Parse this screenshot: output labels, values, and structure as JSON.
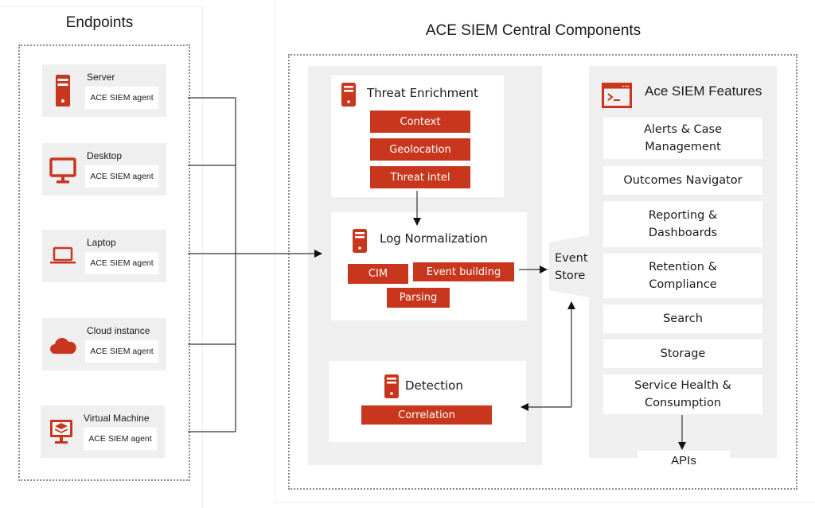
{
  "endpoints": {
    "title": "Endpoints",
    "items": [
      {
        "label": "Server",
        "agent": "ACE SIEM agent",
        "icon": "server-icon"
      },
      {
        "label": "Desktop",
        "agent": "ACE SIEM agent",
        "icon": "desktop-icon"
      },
      {
        "label": "Laptop",
        "agent": "ACE SIEM agent",
        "icon": "laptop-icon"
      },
      {
        "label": "Cloud instance",
        "agent": "ACE SIEM agent",
        "icon": "cloud-icon"
      },
      {
        "label": "Virtual Machine",
        "agent": "ACE SIEM agent",
        "icon": "virtual-machine-icon"
      }
    ]
  },
  "central": {
    "title": "ACE SIEM Central Components",
    "threat_enrichment": {
      "title": "Threat Enrichment",
      "tags": [
        "Context",
        "Geolocation",
        "Threat intel"
      ]
    },
    "log_normalization": {
      "title": "Log Normalization",
      "tags": [
        "CIM",
        "Event building",
        "Parsing"
      ]
    },
    "detection": {
      "title": "Detection",
      "tags": [
        "Correlation"
      ]
    },
    "event_store": {
      "line1": "Event",
      "line2": "Store"
    },
    "features": {
      "title": "Ace SIEM Features",
      "items": [
        {
          "line1": "Alerts & Case",
          "line2": "Management"
        },
        {
          "line1": "Outcomes Navigator",
          "line2": ""
        },
        {
          "line1": "Reporting &",
          "line2": "Dashboards"
        },
        {
          "line1": "Retention &",
          "line2": "Compliance"
        },
        {
          "line1": "Search",
          "line2": ""
        },
        {
          "line1": "Storage",
          "line2": ""
        },
        {
          "line1": "Service Health &",
          "line2": "Consumption"
        }
      ],
      "apis": "APIs"
    }
  },
  "colors": {
    "accent_red": "#c8371d",
    "panel_gray": "#efefef",
    "dotted_border": "#8a8a8a"
  }
}
